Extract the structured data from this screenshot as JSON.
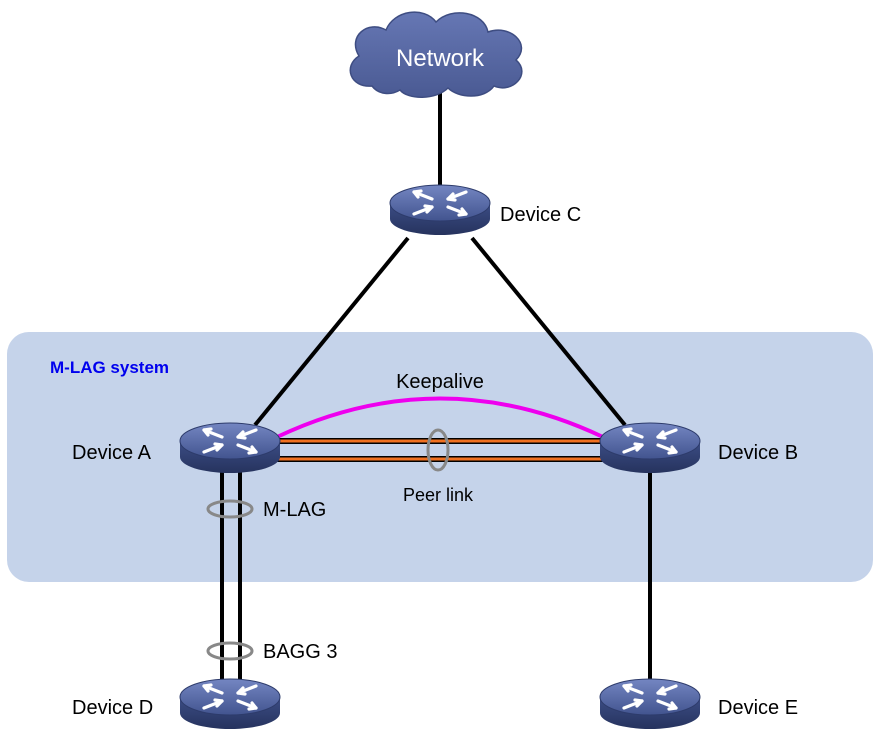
{
  "system": {
    "label": "M-LAG system"
  },
  "cloud": {
    "label": "Network"
  },
  "devices": {
    "a": {
      "label": "Device A"
    },
    "b": {
      "label": "Device B"
    },
    "c": {
      "label": "Device C"
    },
    "d": {
      "label": "Device D"
    },
    "e": {
      "label": "Device E"
    }
  },
  "links": {
    "keepalive": {
      "label": "Keepalive"
    },
    "peer_link": {
      "label": "Peer link"
    },
    "mlag": {
      "label": "M-LAG"
    },
    "bagg": {
      "label": "BAGG 3"
    }
  },
  "colors": {
    "system_bg": "#c5d3ea",
    "system_label": "#0000ee",
    "keepalive": "#ee00ee",
    "peer_link": "#f07020",
    "device_top": "#4b5e9f",
    "cloud": "#55659f"
  }
}
